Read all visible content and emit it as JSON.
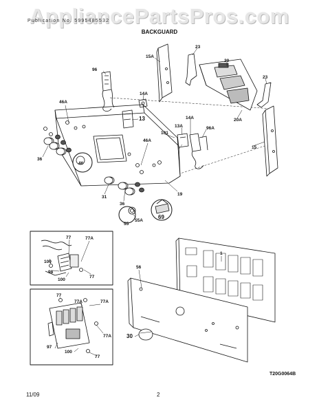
{
  "header": {
    "watermark": "AppliancePartsPros.com",
    "subtitle": "Publication No. 5995485532",
    "section_title": "BACKGUARD"
  },
  "footer": {
    "date": "11/09",
    "page": "2"
  },
  "diagram_code": "T20G0064B",
  "callouts": [
    {
      "id": "c96",
      "text": "96"
    },
    {
      "id": "c15A",
      "text": "15A"
    },
    {
      "id": "c23a",
      "text": "23"
    },
    {
      "id": "c20",
      "text": "20"
    },
    {
      "id": "c23b",
      "text": "23"
    },
    {
      "id": "c14Aa",
      "text": "14A"
    },
    {
      "id": "c46Aa",
      "text": "46A"
    },
    {
      "id": "c13",
      "text": "13"
    },
    {
      "id": "c14Ab",
      "text": "14A"
    },
    {
      "id": "c13A",
      "text": "13A"
    },
    {
      "id": "c101",
      "text": "101"
    },
    {
      "id": "c96A",
      "text": "96A"
    },
    {
      "id": "c20A",
      "text": "20A"
    },
    {
      "id": "c15",
      "text": "15"
    },
    {
      "id": "c36a",
      "text": "36"
    },
    {
      "id": "c46",
      "text": "46"
    },
    {
      "id": "c46Ab",
      "text": "46A"
    },
    {
      "id": "c31",
      "text": "31"
    },
    {
      "id": "c36b",
      "text": "36"
    },
    {
      "id": "c19",
      "text": "19"
    },
    {
      "id": "c55A",
      "text": "55A"
    },
    {
      "id": "c55",
      "text": "55"
    },
    {
      "id": "c69",
      "text": "69"
    },
    {
      "id": "c77a",
      "text": "77"
    },
    {
      "id": "c77Aa",
      "text": "77A"
    },
    {
      "id": "c100a",
      "text": "100"
    },
    {
      "id": "c98",
      "text": "98"
    },
    {
      "id": "c100b",
      "text": "100"
    },
    {
      "id": "c77b",
      "text": "77"
    },
    {
      "id": "c1",
      "text": "1"
    },
    {
      "id": "c56",
      "text": "56"
    },
    {
      "id": "c77c",
      "text": "77"
    },
    {
      "id": "c77Ab",
      "text": "77A"
    },
    {
      "id": "c77Ac",
      "text": "77A"
    },
    {
      "id": "c77Ad",
      "text": "77A"
    },
    {
      "id": "c97",
      "text": "97"
    },
    {
      "id": "c100c",
      "text": "100"
    },
    {
      "id": "c77d",
      "text": "77"
    },
    {
      "id": "c30",
      "text": "30"
    }
  ]
}
